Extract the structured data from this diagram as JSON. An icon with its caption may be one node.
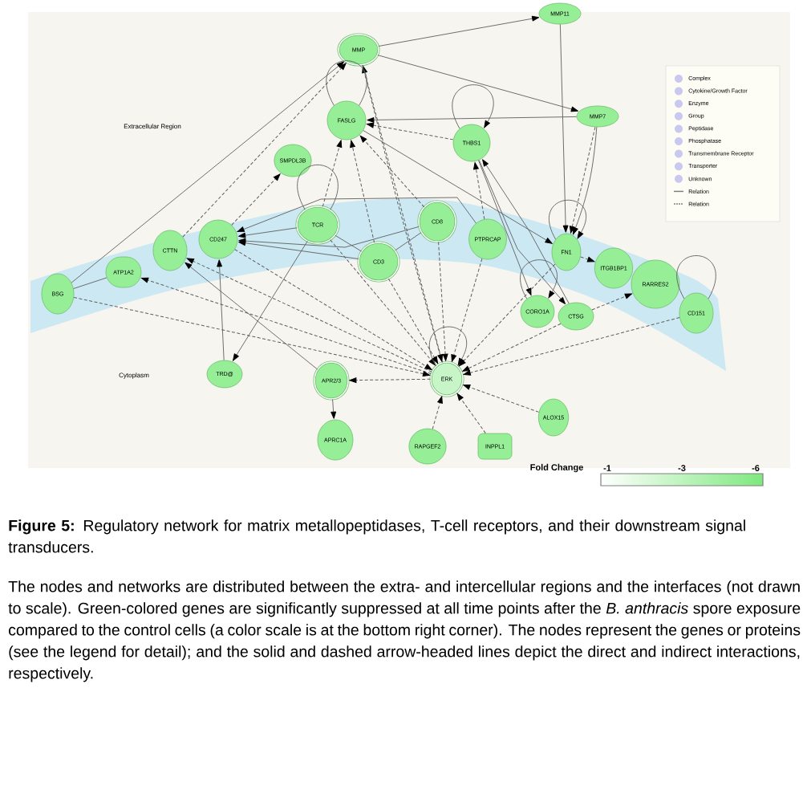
{
  "diagram": {
    "caption": "**Figure 5:** Regulatory network for matrix metallopeptidases, T-cell receptors, and their downstream signal transducers.",
    "nodes": [
      {
        "text": [
          "MMP"
        ]
      },
      {
        "text": [
          "MMP11"
        ]
      },
      {
        "text": [
          "MMP7"
        ]
      },
      {
        "text": [
          "FASLG"
        ]
      },
      {
        "text": [
          "THBS1"
        ]
      },
      {
        "text": [
          "SMPDL3B"
        ]
      },
      {
        "text": [
          "TCR"
        ]
      },
      {
        "text": [
          "CD8"
        ]
      },
      {
        "text": [
          "CD247"
        ]
      },
      {
        "text": [
          "PTPRCAP"
        ]
      },
      {
        "text": [
          "CD3"
        ]
      },
      {
        "text": [
          "CTTN"
        ]
      },
      {
        "text": [
          "FN1"
        ]
      },
      {
        "text": [
          "ITGB1BP1"
        ]
      },
      {
        "text": [
          "ATP1A2"
        ]
      },
      {
        "text": [
          "BSG"
        ]
      },
      {
        "text": [
          "RARRES2"
        ]
      },
      {
        "text": [
          "CD151"
        ]
      },
      {
        "text": [
          "CORO1A"
        ]
      },
      {
        "text": [
          "CTSG"
        ]
      },
      {
        "text": [
          "TRD@"
        ]
      },
      {
        "text": [
          "APR2/3"
        ]
      },
      {
        "text": [
          "ERK"
        ]
      },
      {
        "text": [
          "APRC1A"
        ]
      },
      {
        "text": [
          "RAPGEF2"
        ]
      },
      {
        "text": [
          "INPPL1"
        ]
      },
      {
        "text": [
          "ALOX15"
        ]
      }
    ],
    "edges": [
      {
        "from": 0,
        "to": 1,
        "arrow": "to"
      },
      {
        "from": 0,
        "to": 2,
        "arrow": "to"
      },
      {
        "from": 1,
        "to": 12,
        "arrow": "to"
      },
      {
        "from": 2,
        "to": 12,
        "arrow": "to",
        "style": "dashed"
      },
      {
        "from": 2,
        "to": 12,
        "arrow": "to"
      },
      {
        "from": 2,
        "to": 3,
        "arrow": "to"
      },
      {
        "from": 4,
        "to": 3,
        "arrow": "to",
        "style": "dashed"
      },
      {
        "from": 15,
        "to": 0,
        "arrow": "to"
      },
      {
        "from": 11,
        "to": 0,
        "arrow": "to",
        "style": "dashed"
      },
      {
        "from": 8,
        "to": 5,
        "arrow": "to",
        "style": "dashed"
      },
      {
        "from": 6,
        "to": 3,
        "arrow": "to",
        "style": "dashed"
      },
      {
        "from": 7,
        "to": 3,
        "arrow": "to",
        "style": "dashed"
      },
      {
        "from": 10,
        "to": 3,
        "arrow": "to",
        "style": "dashed"
      },
      {
        "from": 22,
        "to": 0,
        "arrow": "to",
        "style": "dashed"
      },
      {
        "from": 0,
        "to": 22,
        "arrow": "to",
        "style": "dashed"
      },
      {
        "from": 3,
        "to": 12,
        "arrow": "to"
      },
      {
        "from": 9,
        "to": 4,
        "arrow": "to",
        "style": "dashed"
      },
      {
        "from": 4,
        "to": 18,
        "arrow": "to"
      },
      {
        "from": 19,
        "to": 4,
        "arrow": "to"
      },
      {
        "from": 12,
        "to": 13,
        "arrow": "to",
        "style": "dashed"
      },
      {
        "from": 19,
        "to": 16,
        "arrow": "to",
        "style": "dashed"
      },
      {
        "from": 6,
        "to": 8,
        "arrow": "to"
      },
      {
        "from": 7,
        "to": 8,
        "arrow": "to"
      },
      {
        "from": 10,
        "to": 8,
        "arrow": "to"
      },
      {
        "from": 9,
        "to": 8,
        "arrow": "to"
      },
      {
        "from": 6,
        "to": 10,
        "arrow": "none"
      },
      {
        "from": 7,
        "to": 10,
        "arrow": "none"
      },
      {
        "from": 6,
        "to": 20,
        "arrow": "to"
      },
      {
        "from": 20,
        "to": 8,
        "arrow": "to"
      },
      {
        "from": 21,
        "to": 11,
        "arrow": "to"
      },
      {
        "from": 21,
        "to": 23,
        "arrow": "to"
      },
      {
        "from": 10,
        "to": 22,
        "arrow": "to",
        "style": "dashed"
      },
      {
        "from": 6,
        "to": 22,
        "arrow": "to",
        "style": "dashed"
      },
      {
        "from": 7,
        "to": 22,
        "arrow": "to",
        "style": "dashed"
      },
      {
        "from": 9,
        "to": 22,
        "arrow": "to",
        "style": "dashed"
      },
      {
        "from": 8,
        "to": 22,
        "arrow": "to",
        "style": "dashed"
      },
      {
        "from": 22,
        "to": 11,
        "arrow": "to",
        "style": "dashed"
      },
      {
        "from": 22,
        "to": 14,
        "arrow": "to",
        "style": "dashed"
      },
      {
        "from": 15,
        "to": 22,
        "arrow": "to",
        "style": "dashed"
      },
      {
        "from": 22,
        "to": 21,
        "arrow": "to",
        "style": "dashed"
      },
      {
        "from": 12,
        "to": 22,
        "arrow": "to",
        "style": "dashed"
      },
      {
        "from": 19,
        "to": 22,
        "arrow": "to",
        "style": "dashed"
      },
      {
        "from": 17,
        "to": 22,
        "arrow": "to",
        "style": "dashed"
      },
      {
        "from": 24,
        "to": 22,
        "arrow": "to",
        "style": "dashed"
      },
      {
        "from": 25,
        "to": 22,
        "arrow": "to",
        "style": "dashed"
      },
      {
        "from": 26,
        "to": 22,
        "arrow": "to",
        "style": "dashed"
      },
      {
        "from": 15,
        "to": 14,
        "arrow": "none"
      },
      {
        "from": 4,
        "to": 19,
        "arrow": "to"
      },
      {
        "from": 3,
        "to": 3,
        "arrow": "none"
      },
      {
        "from": 4,
        "to": 4,
        "arrow": "to"
      },
      {
        "from": 12,
        "to": 12,
        "arrow": "to"
      },
      {
        "from": 18,
        "to": 18,
        "arrow": "to"
      },
      {
        "from": 17,
        "to": 17,
        "arrow": "none"
      },
      {
        "from": 22,
        "to": 22,
        "arrow": "to"
      },
      {
        "from": 6,
        "to": 6,
        "arrow": "none"
      }
    ],
    "labels": [
      "Extracellular Region",
      "Cytoplasm",
      "Fold Change",
      "-1",
      "-3",
      "-6",
      "The nodes and networks are distributed between the extra- and intercellular regions and the interfaces (not drawn to scale). Green-colored genes are significantly suppressed at all time points after the *B. anthracis* spore exposure compared to the control cells (a color scale is at the bottom right corner). The nodes represent the genes or proteins (see the legend for detail); and the solid and dashed arrow-headed lines depict the direct and indirect interactions, respectively."
    ],
    "legend": [
      {
        "text": "Complex"
      },
      {
        "text": "Cytokine/Growth Factor"
      },
      {
        "text": "Enzyme"
      },
      {
        "text": "Group"
      },
      {
        "text": "Peptidase"
      },
      {
        "text": "Phosphatase"
      },
      {
        "text": "Transmembrane Receptor"
      },
      {
        "text": "Transporter"
      },
      {
        "text": "Unknown"
      },
      {
        "text": "Relation"
      },
      {
        "text": "Relation"
      }
    ]
  }
}
